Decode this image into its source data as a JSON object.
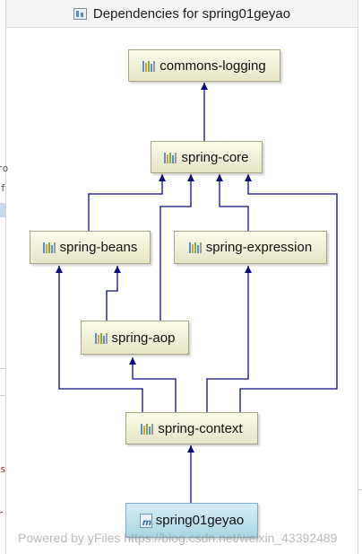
{
  "window": {
    "title": "Dependencies for spring01geyao",
    "title_icon": "diagram-icon"
  },
  "nodes": {
    "commons_logging": "commons-logging",
    "spring_core": "spring-core",
    "spring_beans": "spring-beans",
    "spring_expression": "spring-expression",
    "spring_aop": "spring-aop",
    "spring_context": "spring-context",
    "root": "spring01geyao"
  },
  "edges": [
    {
      "from": "spring-core",
      "to": "commons-logging"
    },
    {
      "from": "spring-beans",
      "to": "spring-core"
    },
    {
      "from": "spring-expression",
      "to": "spring-core"
    },
    {
      "from": "spring-aop",
      "to": "spring-beans"
    },
    {
      "from": "spring-aop",
      "to": "spring-core"
    },
    {
      "from": "spring-context",
      "to": "spring-beans"
    },
    {
      "from": "spring-context",
      "to": "spring-aop"
    },
    {
      "from": "spring-context",
      "to": "spring-expression"
    },
    {
      "from": "spring-context",
      "to": "spring-core"
    },
    {
      "from": "spring01geyao",
      "to": "spring-context"
    }
  ],
  "colors": {
    "edge": "#0a0a82",
    "node_fill": "#f1f0d8",
    "node_border": "#a8a684",
    "root_fill": "#bfe2ee"
  },
  "side_fragments": {
    "a": "ro",
    "b": "f",
    "c": "s",
    "d": "r"
  },
  "watermark": "Powered by yFiles https://blog.csdn.net/weixin_43392489"
}
